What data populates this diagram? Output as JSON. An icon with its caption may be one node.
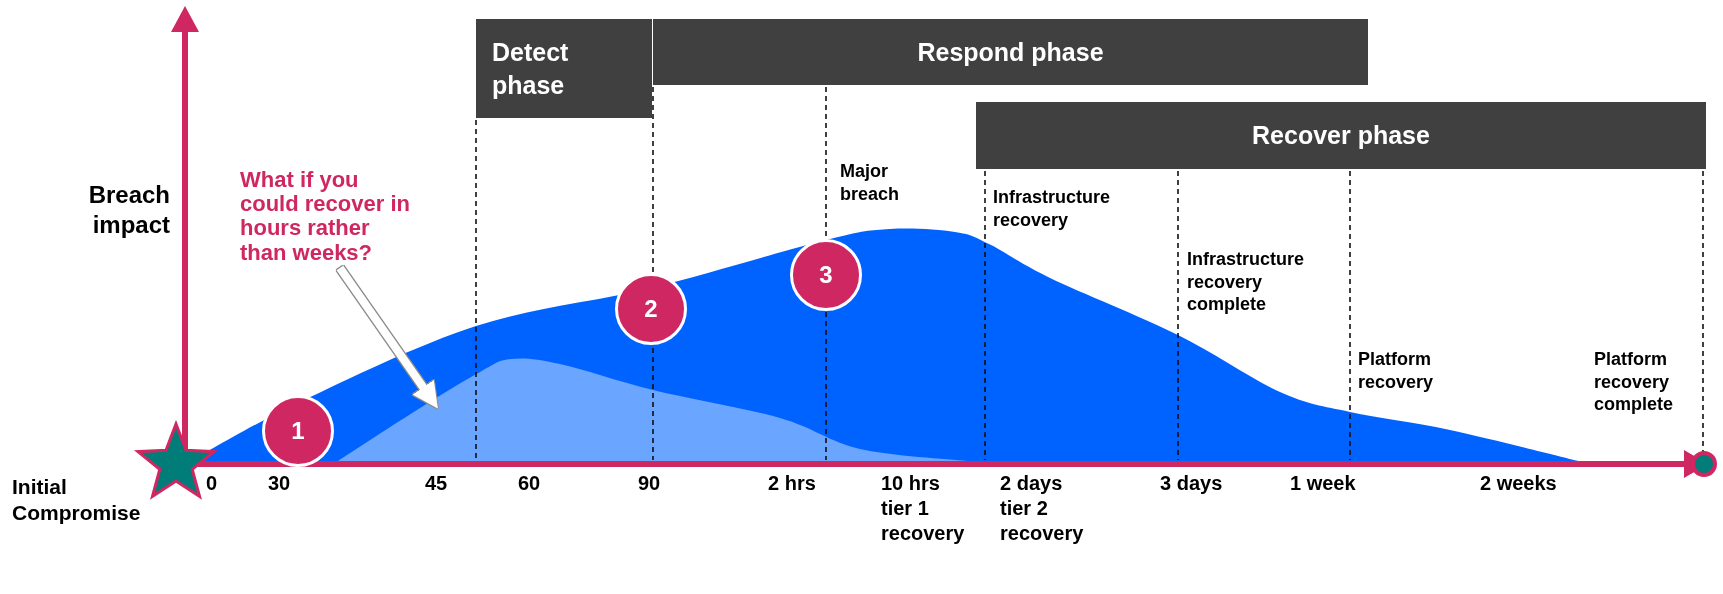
{
  "diagram": {
    "nodes": [
      {
        "text": [
          "Detect phase"
        ]
      },
      {
        "text": [
          "Respond phase"
        ]
      },
      {
        "text": [
          "Recover phase"
        ]
      },
      {
        "text": [
          "1"
        ]
      },
      {
        "text": [
          "2"
        ]
      },
      {
        "text": [
          "3"
        ]
      },
      {
        "text": [
          "What if you could recover in hours rather than weeks?"
        ]
      },
      {
        "text": [],
        "shape": "area"
      }
    ],
    "edges": [
      {
        "from": 6,
        "to": 7,
        "arrow": "to"
      }
    ],
    "labels": [
      "Breach impact",
      "Initial Compromise",
      "0",
      "30",
      "45",
      "60",
      "90",
      "2 hrs",
      "10 hrs tier 1 recovery",
      "2 days tier 2 recovery",
      "3 days",
      "1 week",
      "2 weeks",
      "Major breach",
      "Infrastructure recovery",
      "Infrastructure recovery complete",
      "Platform recovery",
      "Platform recovery complete"
    ]
  }
}
